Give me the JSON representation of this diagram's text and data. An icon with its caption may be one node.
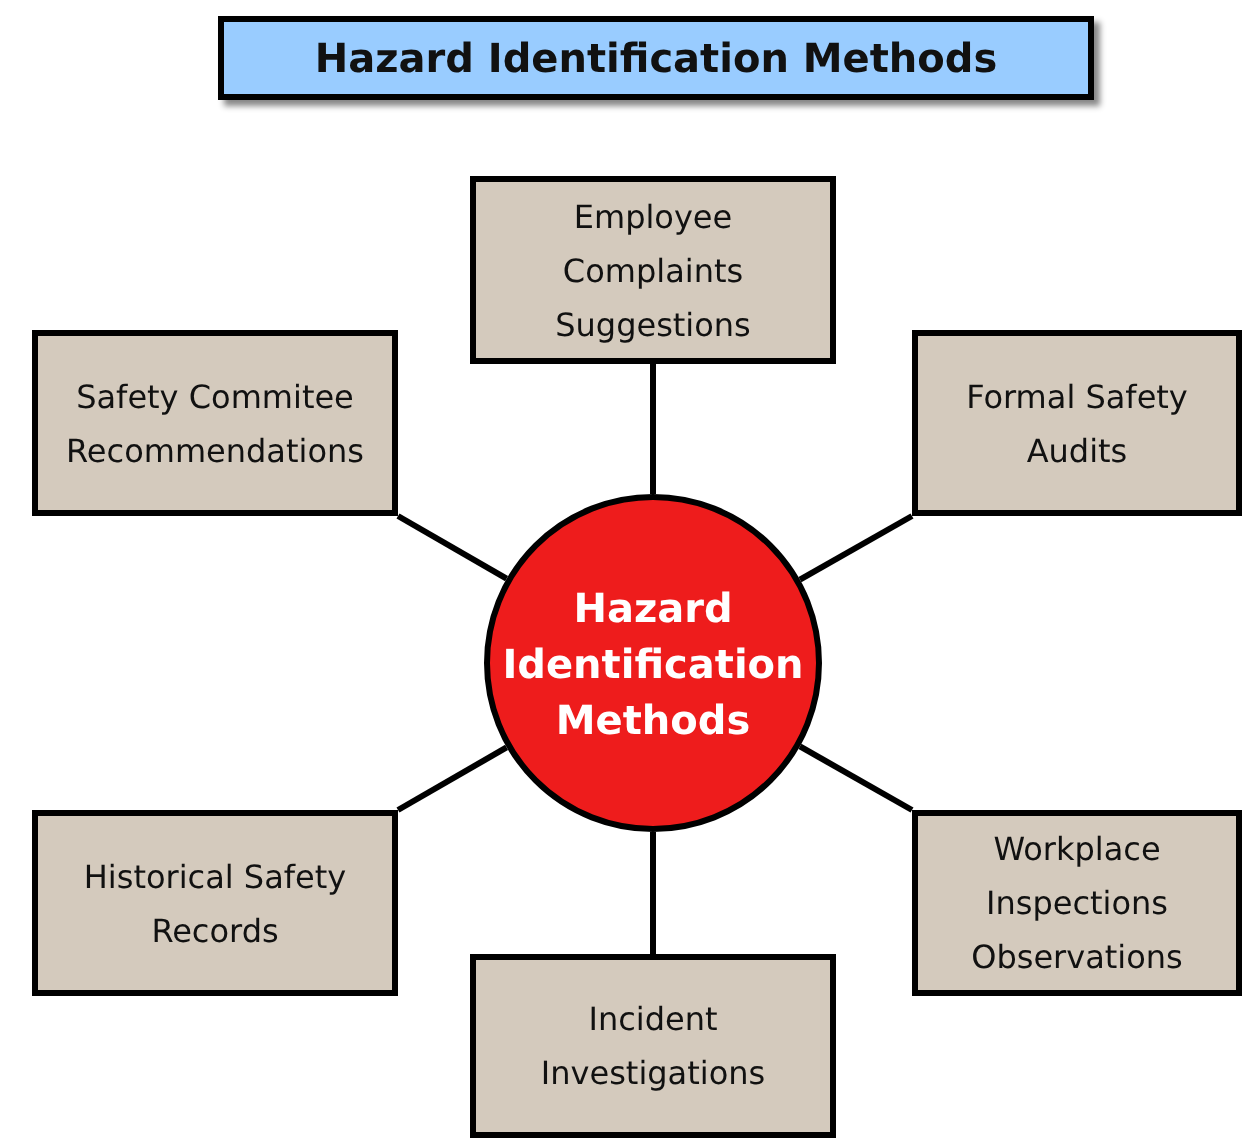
{
  "diagram": {
    "title": "Hazard Identification Methods",
    "nodes": [
      {
        "text": [
          "Hazard Identification Methods"
        ]
      },
      {
        "text": [
          "Employee Complaints Suggestions"
        ]
      },
      {
        "text": [
          "Safety Commitee Recommendations"
        ]
      },
      {
        "text": [
          "Formal Safety Audits"
        ]
      },
      {
        "text": [
          "Historical Safety Records"
        ]
      },
      {
        "text": [
          "Workplace Inspections Observations"
        ]
      },
      {
        "text": [
          "Incident Investigations"
        ]
      }
    ],
    "edges": [
      {
        "from": 0,
        "to": 1,
        "arrow": "none"
      },
      {
        "from": 0,
        "to": 2,
        "arrow": "none"
      },
      {
        "from": 0,
        "to": 3,
        "arrow": "none"
      },
      {
        "from": 0,
        "to": 4,
        "arrow": "none"
      },
      {
        "from": 0,
        "to": 5,
        "arrow": "none"
      },
      {
        "from": 0,
        "to": 6,
        "arrow": "none"
      }
    ]
  }
}
